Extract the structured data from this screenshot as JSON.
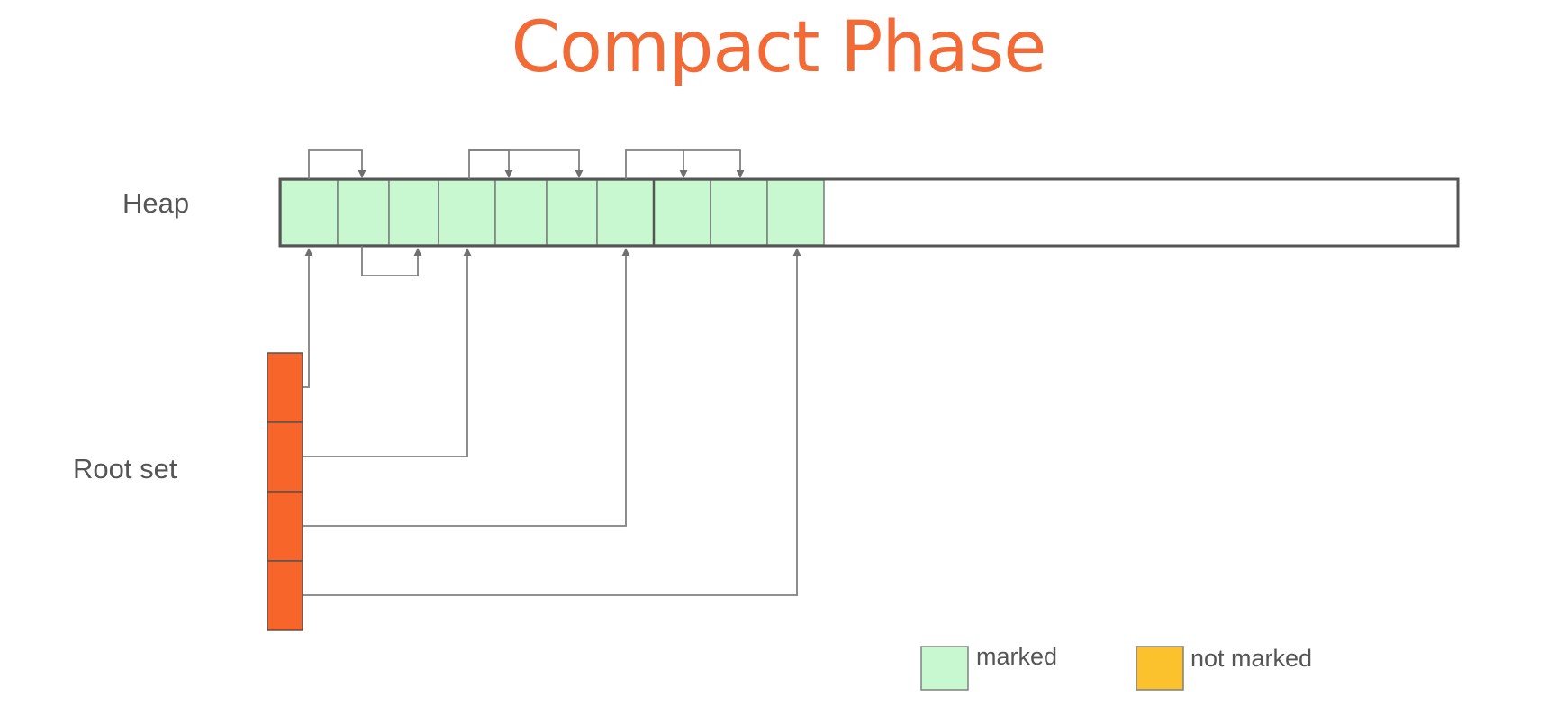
{
  "title": "Compact Phase",
  "labels": {
    "heap": "Heap",
    "root_set": "Root set"
  },
  "legend": {
    "marked": "marked",
    "not_marked": "not marked"
  },
  "colors": {
    "title": "#f26a35",
    "marked": "#c8f8d0",
    "not_marked": "#fcc22e",
    "root": "#f8652a",
    "line": "#808080",
    "border": "#555555"
  }
}
